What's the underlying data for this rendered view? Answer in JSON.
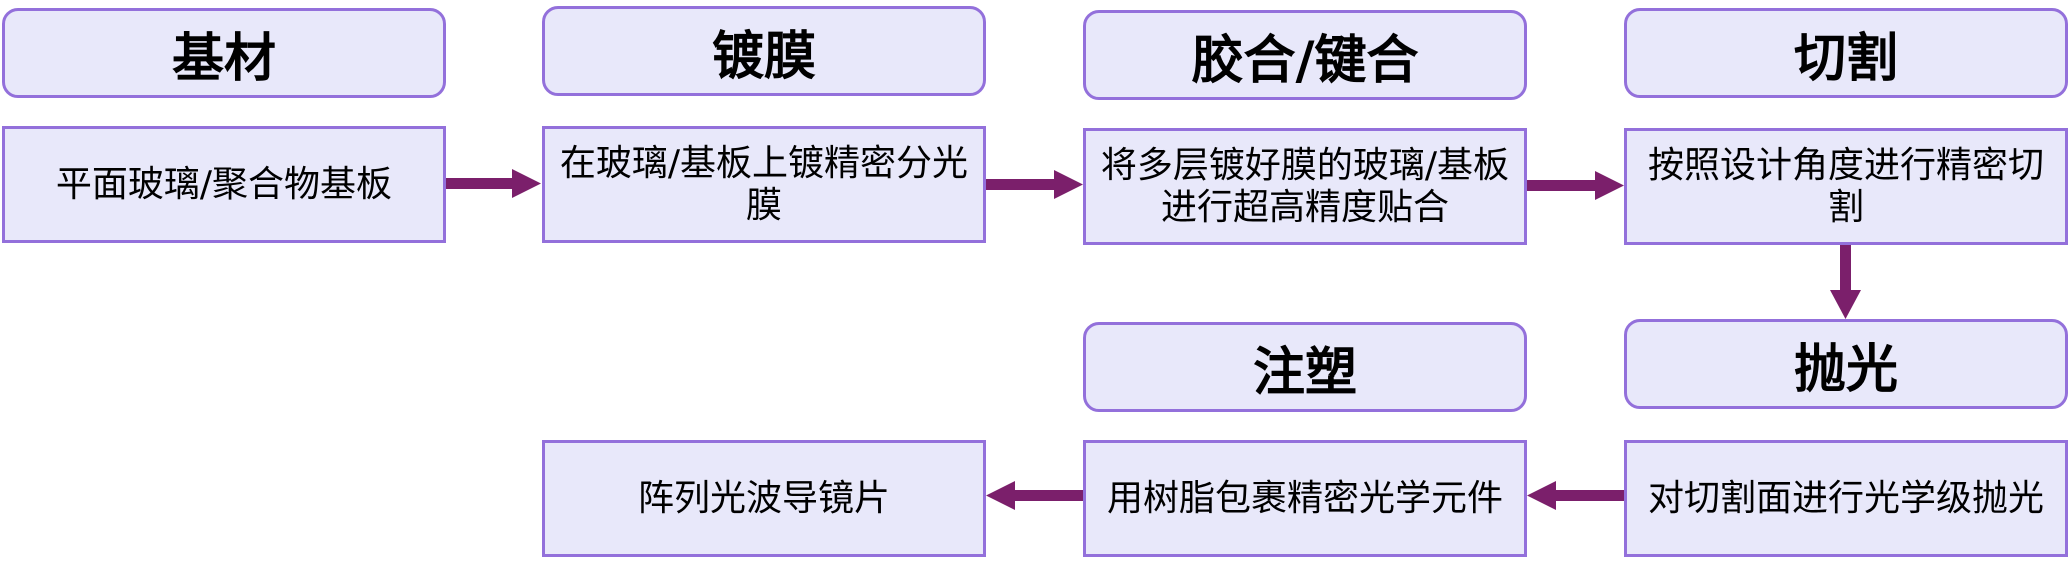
{
  "diagram": {
    "colors": {
      "box_fill": "#E8E8FA",
      "box_border": "#9370DB",
      "arrow": "#7B1F6B",
      "text": "#000000"
    },
    "steps": [
      {
        "title": "基材",
        "description": "平面玻璃/聚合物基板"
      },
      {
        "title": "镀膜",
        "description": "在玻璃/基板上镀精密分光膜"
      },
      {
        "title": "胶合/键合",
        "description": "将多层镀好膜的玻璃/基板进行超高精度贴合"
      },
      {
        "title": "切割",
        "description": "按照设计角度进行精密切割"
      },
      {
        "title": "抛光",
        "description": "对切割面进行光学级抛光"
      },
      {
        "title": "注塑",
        "description": "用树脂包裹精密光学元件"
      }
    ],
    "result": {
      "description": "阵列光波导镜片"
    },
    "flow": [
      {
        "from": "基材",
        "to": "镀膜",
        "direction": "right"
      },
      {
        "from": "镀膜",
        "to": "胶合/键合",
        "direction": "right"
      },
      {
        "from": "胶合/键合",
        "to": "切割",
        "direction": "right"
      },
      {
        "from": "切割",
        "to": "抛光",
        "direction": "down"
      },
      {
        "from": "抛光",
        "to": "注塑",
        "direction": "left"
      },
      {
        "from": "注塑",
        "to": "阵列光波导镜片",
        "direction": "left"
      }
    ]
  }
}
